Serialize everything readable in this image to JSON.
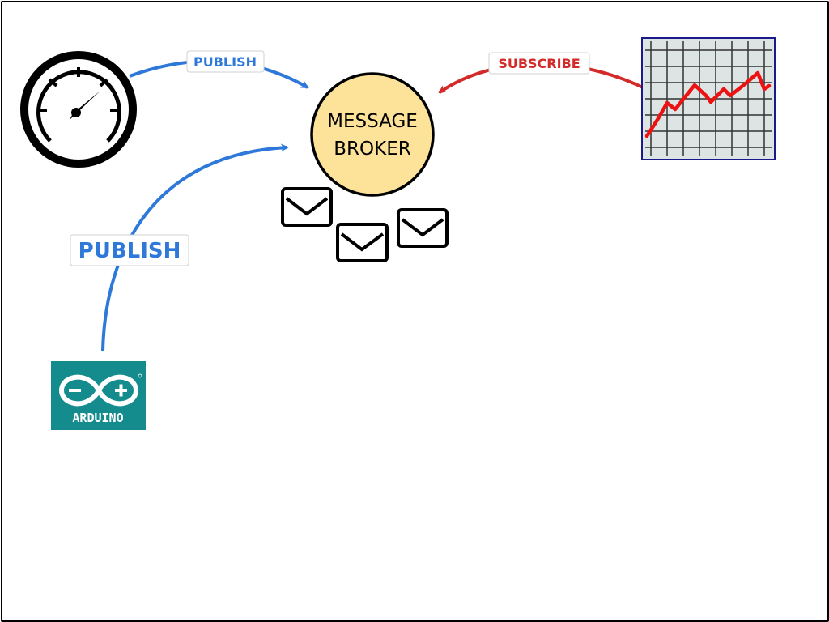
{
  "diagram": {
    "broker": {
      "line1": "MESSAGE",
      "line2": "BROKER"
    },
    "labels": {
      "publish_top": "PUBLISH",
      "publish_left": "PUBLISH",
      "subscribe": "SUBSCRIBE"
    },
    "arduino": {
      "text": "ARDUINO"
    },
    "icons": [
      "gauge-icon",
      "arduino-logo",
      "chart-icon",
      "envelope-icon"
    ],
    "colors": {
      "publish": "#2d78d8",
      "subscribe": "#d42a2a",
      "broker_fill": "#fde39a",
      "arduino": "#148c8e",
      "chart_line": "#ee1111",
      "chart_border": "#1a1a8a"
    }
  }
}
